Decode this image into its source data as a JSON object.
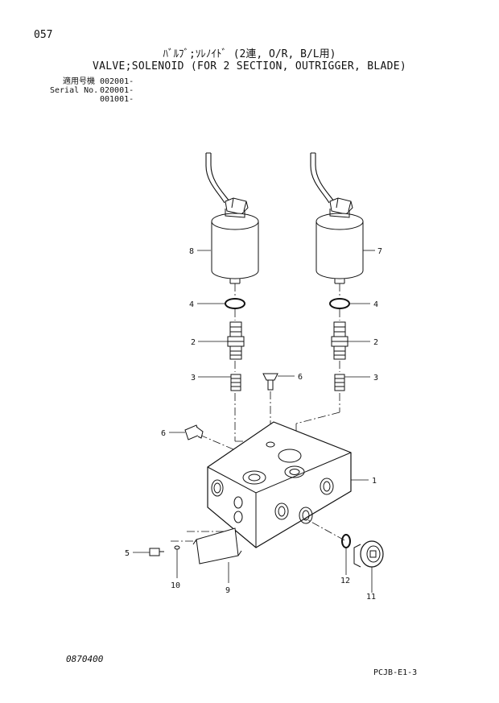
{
  "page_number": "057",
  "title_japanese": "ﾊﾞﾙﾌﾞ;ｿﾚﾉｲﾄﾞ (2連, O/R, B/L用)",
  "title_english": "VALVE;SOLENOID (FOR 2 SECTION, OUTRIGGER, BLADE)",
  "serial": {
    "label_japanese": "適用号機",
    "label_english": "Serial No.",
    "numbers": [
      "002001-",
      "020001-",
      "001001-"
    ]
  },
  "callouts": {
    "c8": "8",
    "c7": "7",
    "c4_left": "4",
    "c4_right": "4",
    "c2_left": "2",
    "c2_right": "2",
    "c3_left": "3",
    "c3_right": "3",
    "c6_top": "6",
    "c6_left": "6",
    "c1": "1",
    "c5": "5",
    "c10": "10",
    "c9": "9",
    "c12": "12",
    "c11": "11"
  },
  "footer": {
    "code_left": "0870400",
    "code_right": "PCJB-E1-3"
  }
}
